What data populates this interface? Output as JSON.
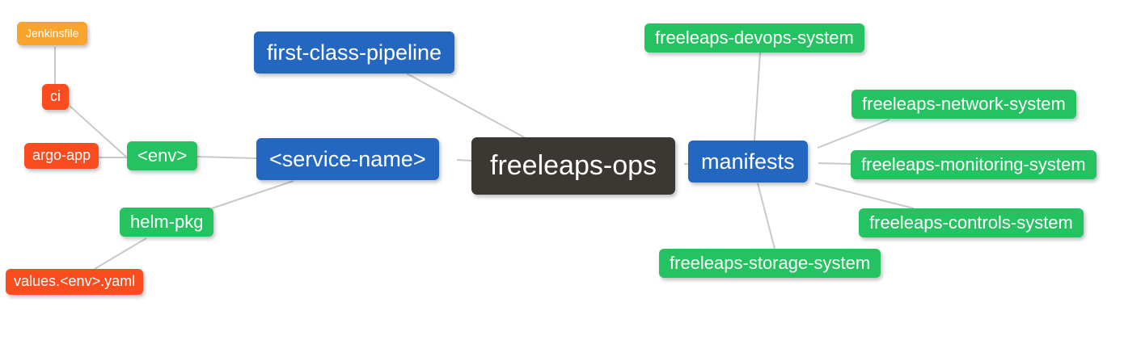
{
  "diagram": {
    "type": "mindmap",
    "title": "freeleaps-ops repository structure mindmap",
    "colors": {
      "root_dark": "#3b3733",
      "branch_blue": "#2467c1",
      "group_green": "#25c261",
      "file_orange": "#f94d1f",
      "leaf_amber": "#f8a42d",
      "edge": "#c9c9c9",
      "text": "#ffffff",
      "background": "#ffffff"
    },
    "nodes": {
      "root": {
        "label": "freeleaps-ops",
        "level": 0
      },
      "first_class_pipeline": {
        "label": "first-class-pipeline",
        "level": 1
      },
      "service_name": {
        "label": "<service-name>",
        "level": 1
      },
      "manifests": {
        "label": "manifests",
        "level": 1
      },
      "env": {
        "label": "<env>",
        "level": 2
      },
      "helm_pkg": {
        "label": "helm-pkg",
        "level": 2
      },
      "ci": {
        "label": "ci",
        "level": 3
      },
      "argo_app": {
        "label": "argo-app",
        "level": 3
      },
      "values_env_yaml": {
        "label": "values.<env>.yaml",
        "level": 3
      },
      "jenkinsfile": {
        "label": "Jenkinsfile",
        "level": 4
      },
      "devops_system": {
        "label": "freeleaps-devops-system",
        "level": 2
      },
      "network_system": {
        "label": "freeleaps-network-system",
        "level": 2
      },
      "monitoring_system": {
        "label": "freeleaps-monitoring-system",
        "level": 2
      },
      "controls_system": {
        "label": "freeleaps-controls-system",
        "level": 2
      },
      "storage_system": {
        "label": "freeleaps-storage-system",
        "level": 2
      }
    },
    "edges": [
      {
        "from": "jenkinsfile",
        "to": "ci"
      },
      {
        "from": "ci",
        "to": "env"
      },
      {
        "from": "argo_app",
        "to": "env"
      },
      {
        "from": "env",
        "to": "service_name"
      },
      {
        "from": "helm_pkg",
        "to": "service_name"
      },
      {
        "from": "values_env_yaml",
        "to": "helm_pkg"
      },
      {
        "from": "first_class_pipeline",
        "to": "root"
      },
      {
        "from": "service_name",
        "to": "root"
      },
      {
        "from": "root",
        "to": "manifests"
      },
      {
        "from": "manifests",
        "to": "devops_system"
      },
      {
        "from": "manifests",
        "to": "network_system"
      },
      {
        "from": "manifests",
        "to": "monitoring_system"
      },
      {
        "from": "manifests",
        "to": "controls_system"
      },
      {
        "from": "manifests",
        "to": "storage_system"
      }
    ]
  }
}
